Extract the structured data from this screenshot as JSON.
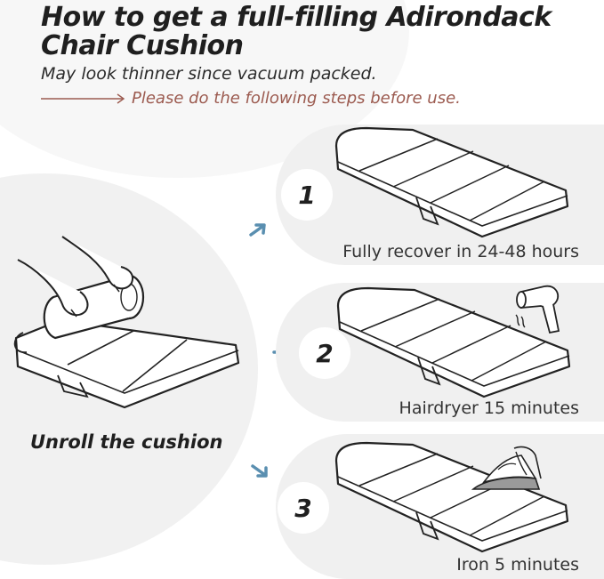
{
  "header": {
    "title_line1": "How to get a full-filling Adirondack",
    "title_line2": "Chair Cushion",
    "subtitle": "May look thinner since vacuum packed.",
    "note": "Please do the following steps before use."
  },
  "left": {
    "caption": "Unroll the cushion"
  },
  "steps": [
    {
      "number": "1",
      "caption": "Fully recover in 24-48 hours"
    },
    {
      "number": "2",
      "caption": "Hairdryer 15 minutes"
    },
    {
      "number": "3",
      "caption": "Iron 5 minutes"
    }
  ],
  "colors": {
    "title": "#1f1f1f",
    "note": "#9c5b50",
    "panel": "#f0f0f0",
    "arrow": "#5a8fb0"
  },
  "icons": {
    "step2": "hairdryer-icon",
    "step3": "iron-icon"
  }
}
